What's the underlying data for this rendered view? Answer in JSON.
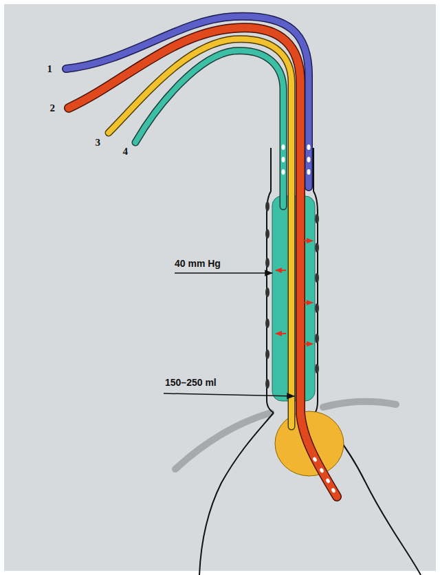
{
  "diagram": {
    "labels": [
      "1",
      "2",
      "3",
      "4",
      "40 mm Hg",
      "150–250 ml"
    ]
  }
}
